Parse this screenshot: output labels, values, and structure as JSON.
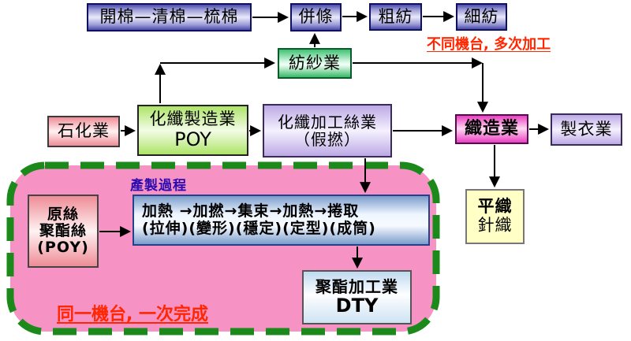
{
  "colors": {
    "background": "#FFFFFF",
    "pink_region": "#F792C5",
    "dash_green": "#1B8A1B",
    "annotation_red": "#FF2600",
    "process_label_navy": "#2B0BB0",
    "arrow_black": "#000000",
    "top_row_blue": "#4A4AAC",
    "weaving_magenta": "#E93FC0"
  },
  "boxes": {
    "cotton_line": {
      "label": "開棉—清棉—梳棉"
    },
    "drawing": {
      "label": "併條"
    },
    "roving": {
      "label": "粗紡"
    },
    "fine_spinning": {
      "label": "細紡"
    },
    "spinning": {
      "label": "紡紗業"
    },
    "petrochemical": {
      "label": "石化業"
    },
    "fiber_mfg": {
      "line1": "化纖製造業",
      "line2": "POY"
    },
    "fiber_texturing": {
      "line1": "化纖加工絲業",
      "line2": "（假撚）"
    },
    "weaving": {
      "label": "織造業"
    },
    "garment": {
      "label": "製衣業"
    },
    "raw_yarn": {
      "line1": "原絲",
      "line2": "聚酯絲",
      "line3": "(POY)"
    },
    "process_steps": {
      "line1": "加熱 →加撚→集束→加熱→捲取",
      "line2": "(拉伸)(變形)(穩定)(定型)(成筒)"
    },
    "dty": {
      "line1": "聚酯加工業",
      "line2": "DTY"
    },
    "weave_types": {
      "line1": "平織",
      "line2": "針織"
    }
  },
  "annotations": {
    "different_machines": "不同機台, 多次加工",
    "same_machine": "同一機台, 一次完成",
    "process_title": "產製過程"
  },
  "edges": [
    {
      "from": "開棉—清棉—梳棉",
      "to": "併條"
    },
    {
      "from": "併條",
      "to": "粗紡"
    },
    {
      "from": "粗紡",
      "to": "細紡"
    },
    {
      "from": "紡紗業",
      "to": "併條"
    },
    {
      "from": "化纖製造業 POY",
      "to": "紡紗業"
    },
    {
      "from": "紡紗業",
      "to": "織造業"
    },
    {
      "from": "石化業",
      "to": "化纖製造業 POY"
    },
    {
      "from": "化纖製造業 POY",
      "to": "化纖加工絲業（假撚）"
    },
    {
      "from": "化纖加工絲業（假撚）",
      "to": "織造業"
    },
    {
      "from": "織造業",
      "to": "製衣業"
    },
    {
      "from": "織造業",
      "to": "平織/針織"
    },
    {
      "from": "化纖加工絲業（假撚）",
      "to": "加工程序"
    },
    {
      "from": "原絲 聚酯絲 (POY)",
      "to": "加工程序"
    },
    {
      "from": "加工程序",
      "to": "聚酯加工業 DTY"
    }
  ]
}
